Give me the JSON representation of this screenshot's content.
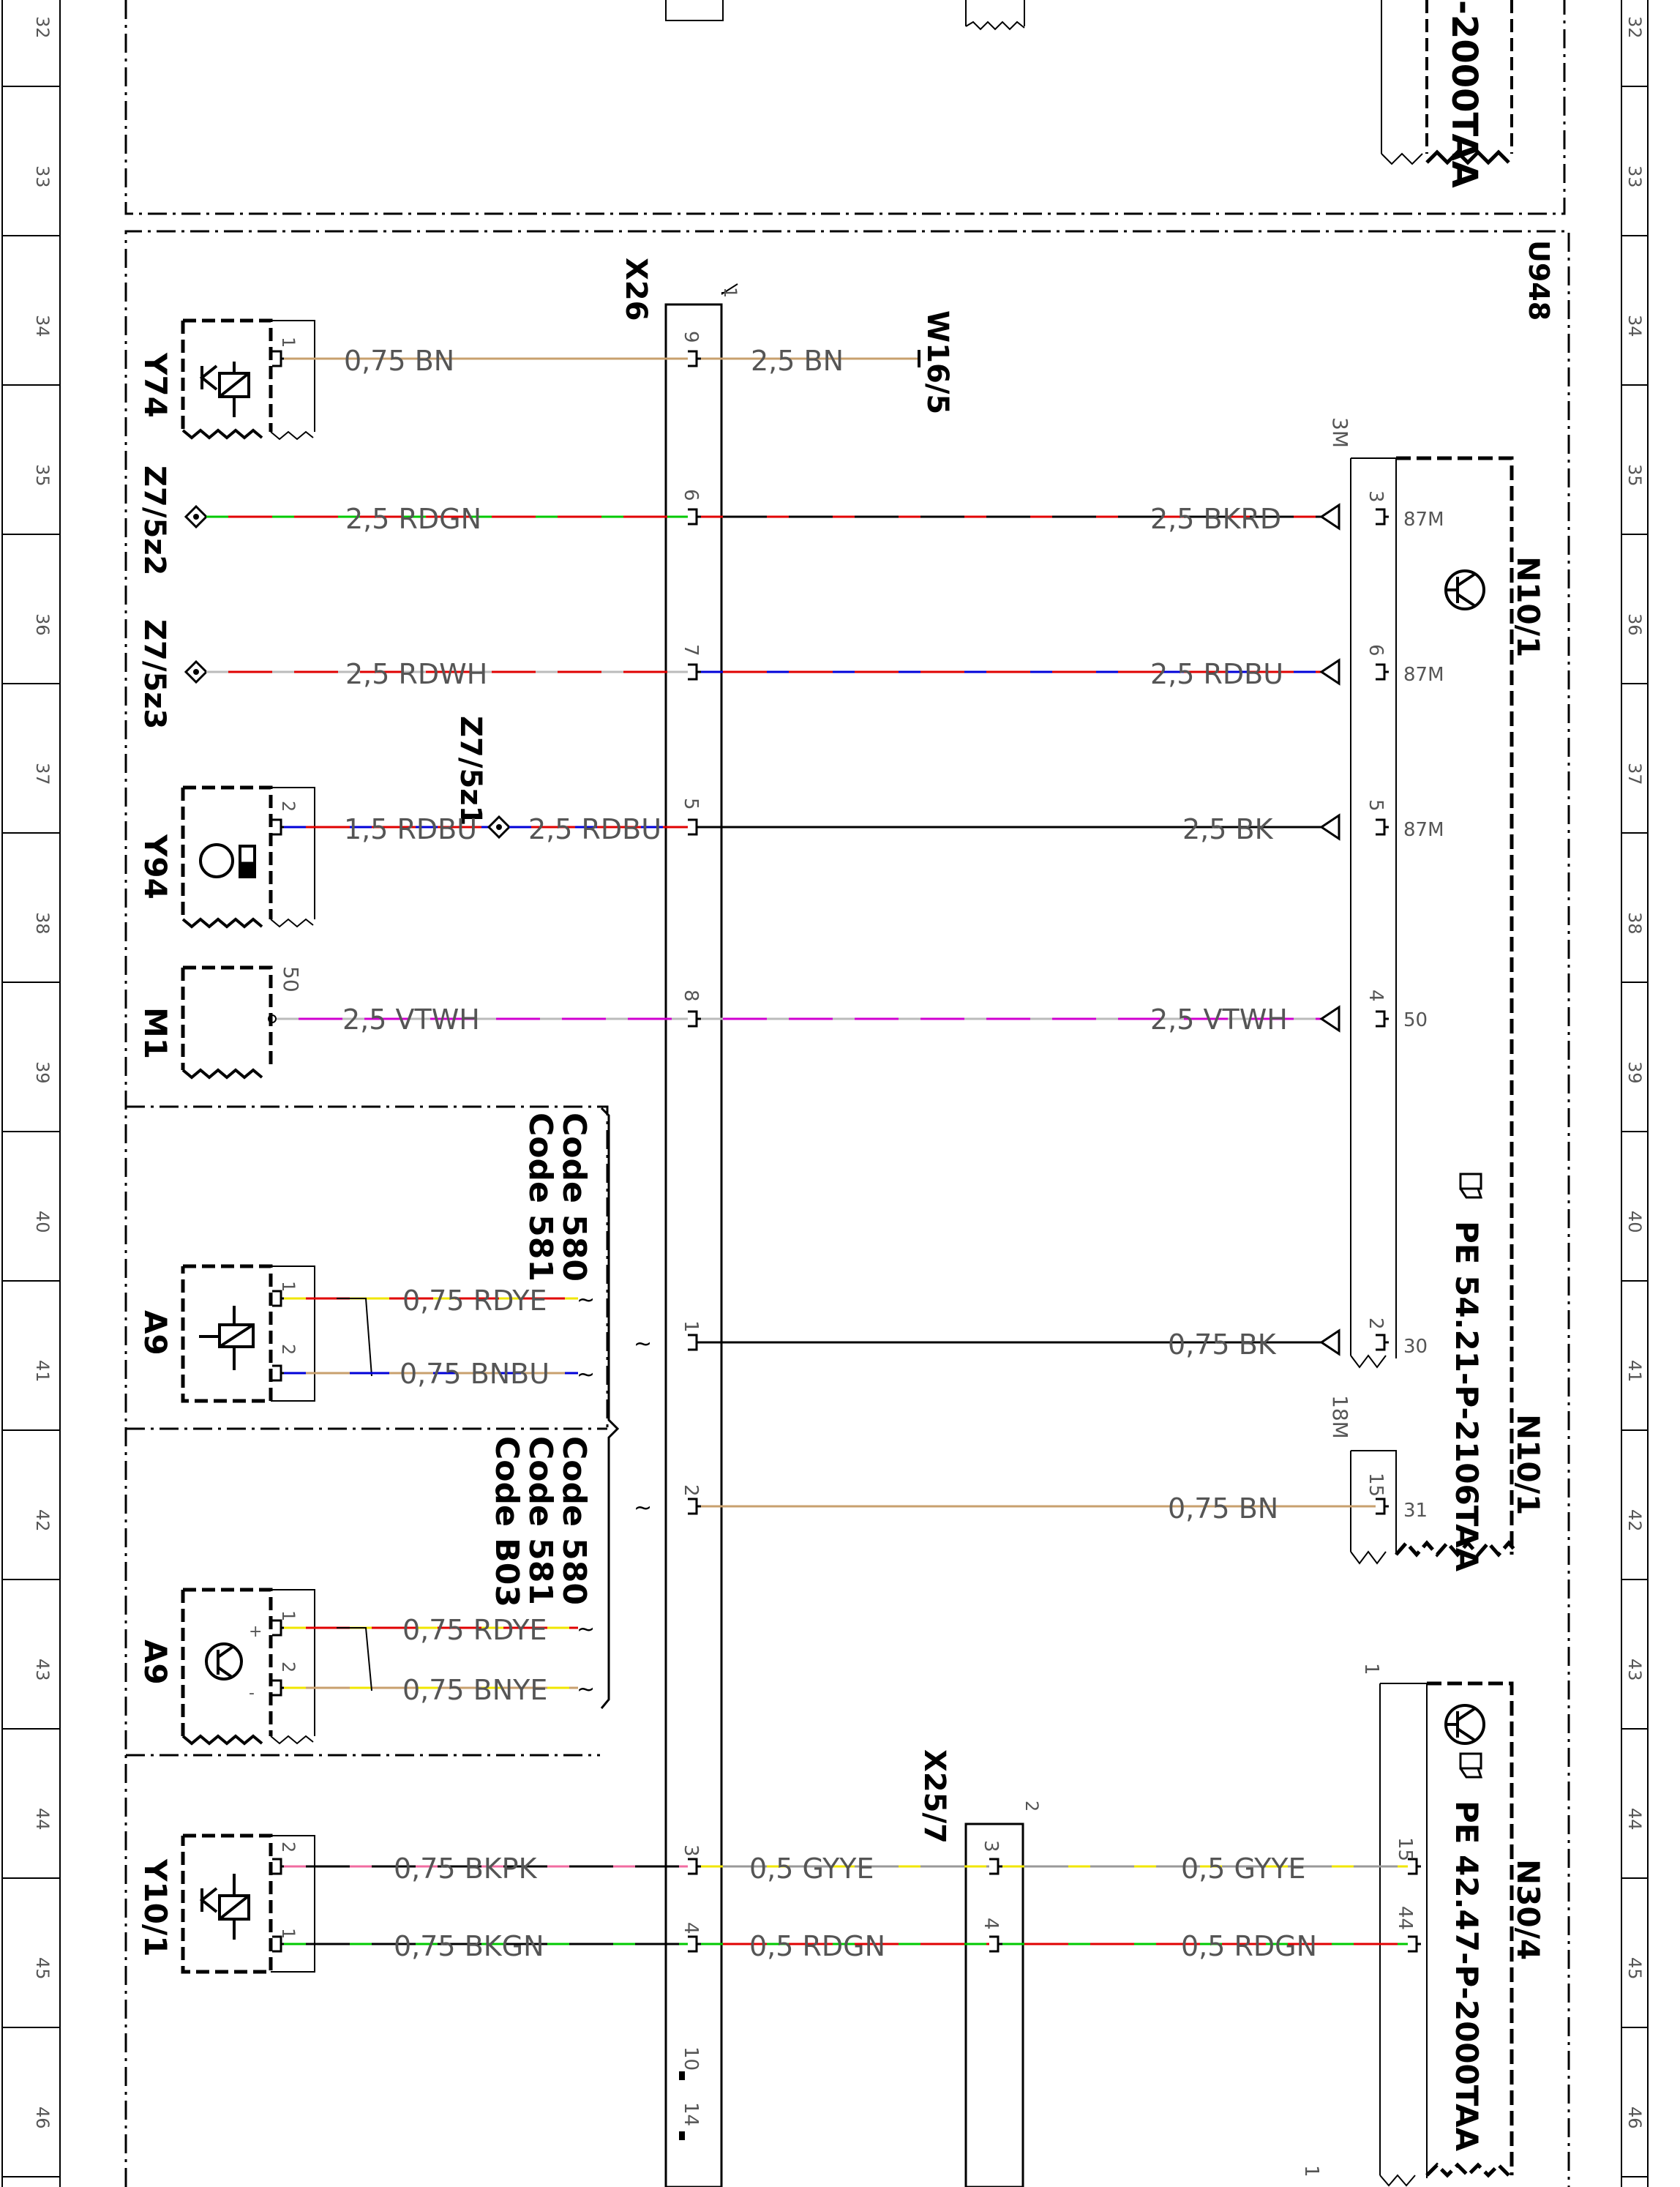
{
  "rows": [
    "32",
    "33",
    "34",
    "35",
    "36",
    "37",
    "38",
    "39",
    "40",
    "41",
    "42",
    "43",
    "44",
    "45",
    "46"
  ],
  "boxes": {
    "u948": "U948",
    "top_right_ref": "-2000TAA"
  },
  "connectors": {
    "x26": {
      "name": "X26",
      "pin_top": "1",
      "pins": [
        "6",
        "9",
        "7",
        "5",
        "8",
        "1",
        "2",
        "3",
        "4",
        "10",
        "14"
      ]
    },
    "x25_7": {
      "name": "X25/7",
      "pin_top": "2",
      "pins": [
        "3",
        "4"
      ]
    },
    "n10_1_top": {
      "size": "3M"
    },
    "n10_1_bottom": {
      "size": "18M"
    },
    "n30_4_pin": "1"
  },
  "components": {
    "y74": {
      "name": "Y74",
      "pin": "1"
    },
    "z7_5z2": "Z7/5z2",
    "z7_5z3": "Z7/5z3",
    "z7_5z1": "Z7/5z1",
    "y94": {
      "name": "Y94",
      "pin": "2"
    },
    "m1": {
      "name": "M1",
      "pin": "50"
    },
    "a9_1": {
      "name": "A9",
      "pins": [
        "1",
        "2"
      ]
    },
    "a9_2": {
      "name": "A9",
      "pins": [
        "1",
        "2"
      ],
      "signs": [
        "+",
        "-"
      ]
    },
    "y10_1": {
      "name": "Y10/1",
      "pins": [
        "2",
        "1"
      ]
    },
    "w16_5": "W16/5",
    "n10_1a": "N10/1",
    "n10_1b": "N10/1",
    "n30_4": "N30/4"
  },
  "codes": {
    "group1": [
      "Code 580",
      "Code 581"
    ],
    "group2": [
      "Code 580",
      "Code 581",
      "Code B03"
    ]
  },
  "references": {
    "pe1": "PE 54.21-P-2106TAA",
    "pe2": "PE 42.47-P-2000TAA"
  },
  "wires": {
    "y74_left": "0,75 BN",
    "y74_right": "2,5 BN",
    "z2_left": "2,5 RDGN",
    "z2_right": "2,5 BKRD",
    "z3_left": "2,5 RDWH",
    "z3_right": "2,5 RDBU",
    "y94_a": "1,5 RDBU",
    "y94_b": "2,5 RDBU",
    "y94_right": "2,5 BK",
    "m1_left": "2,5 VTWH",
    "m1_right": "2,5 VTWH",
    "a9a_1": "0,75 RDYE",
    "a9a_2": "0,75 BNBU",
    "x26_1_right": "0,75 BK",
    "x26_2_right": "0,75 BN",
    "a9b_1": "0,75 RDYE",
    "a9b_2": "0,75 BNYE",
    "y10_pk": "0,75 BKPK",
    "y10_pk_mid": "0,5 GYYE",
    "y10_pk_right": "0,5 GYYE",
    "y10_gn": "0,75 BKGN",
    "y10_gn_mid": "0,5 RDGN",
    "y10_gn_right": "0,5 RDGN"
  },
  "n10_pins": {
    "r35": {
      "pin": "3",
      "term": "87M"
    },
    "r36": {
      "pin": "6",
      "term": "87M"
    },
    "r37": {
      "pin": "5",
      "term": "87M"
    },
    "r38": {
      "pin": "4",
      "term": "50"
    },
    "r41": {
      "pin": "2",
      "term": "30"
    },
    "r42": {
      "pin": "15",
      "term": "31"
    }
  },
  "n30_pins": {
    "r44": {
      "pin": "15"
    },
    "r45": {
      "pin": "44"
    }
  },
  "colors": {
    "BN": "#c8a06e",
    "RD": "#e00000",
    "GN": "#00c800",
    "BK": "#000000",
    "WH": "#bbbbbb",
    "BU": "#0000d8",
    "VT": "#d000d0",
    "YE": "#f0e600",
    "PK": "#f06ca0",
    "GY": "#999999"
  }
}
